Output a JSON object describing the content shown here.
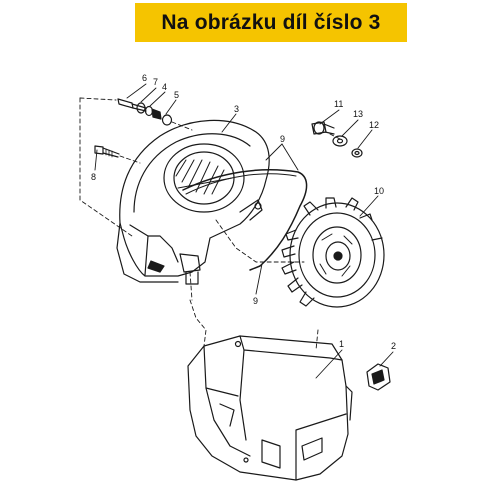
{
  "banner": {
    "text": "Na obrázku díl číslo 3",
    "bg_color": "#f5c400"
  },
  "callouts": {
    "p1": "1",
    "p2": "2",
    "p3": "3",
    "p4": "4",
    "p5": "5",
    "p6": "6",
    "p7": "7",
    "p8": "8",
    "p9a": "9",
    "p9b": "9",
    "p10": "10",
    "p11": "11",
    "p12": "12",
    "p13": "13"
  }
}
